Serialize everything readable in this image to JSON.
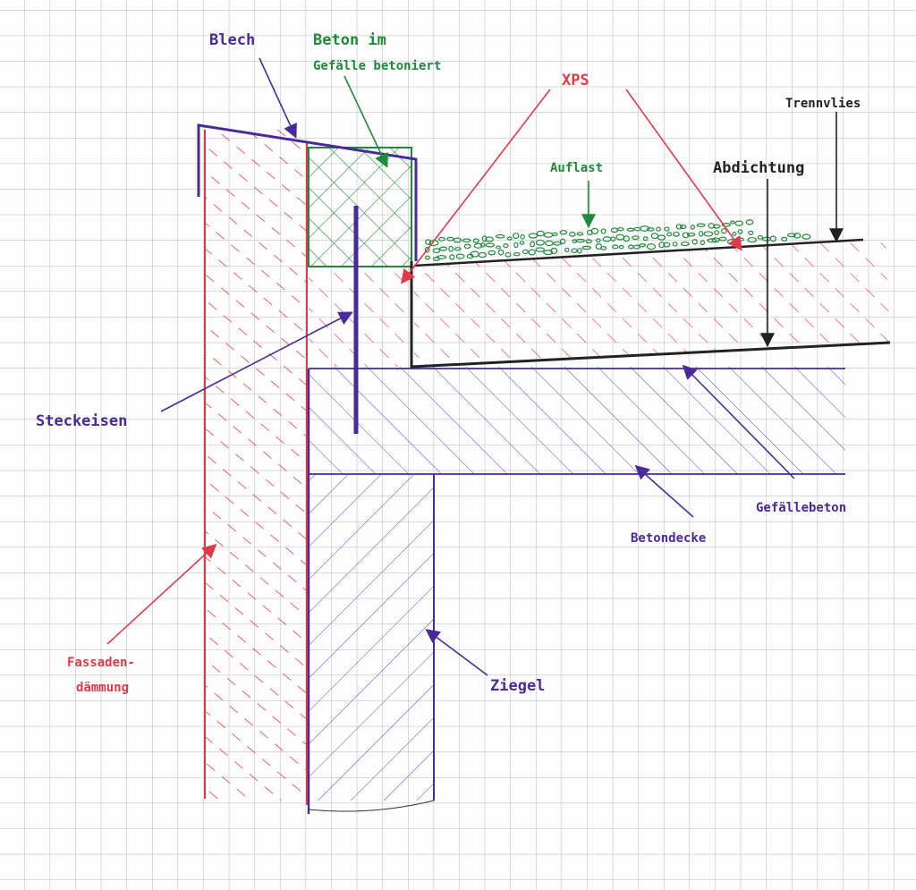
{
  "labels": {
    "blech": "Blech",
    "beton_line1": "Beton im",
    "beton_line2": "Gefälle betoniert",
    "xps": "XPS",
    "trennvlies": "Trennvlies",
    "auflast": "Auflast",
    "abdichtung": "Abdichtung",
    "steckeisen": "Steckeisen",
    "gefaellebeton": "Gefällebeton",
    "betondecke": "Betondecke",
    "fassaden_line1": "Fassaden-",
    "fassaden_line2": "dämmung",
    "ziegel": "Ziegel"
  },
  "colors": {
    "red": "#e03a4a",
    "purple": "#4a2a9a",
    "green": "#1e8a3a",
    "black": "#222222",
    "grid": "#b8b8b8"
  }
}
